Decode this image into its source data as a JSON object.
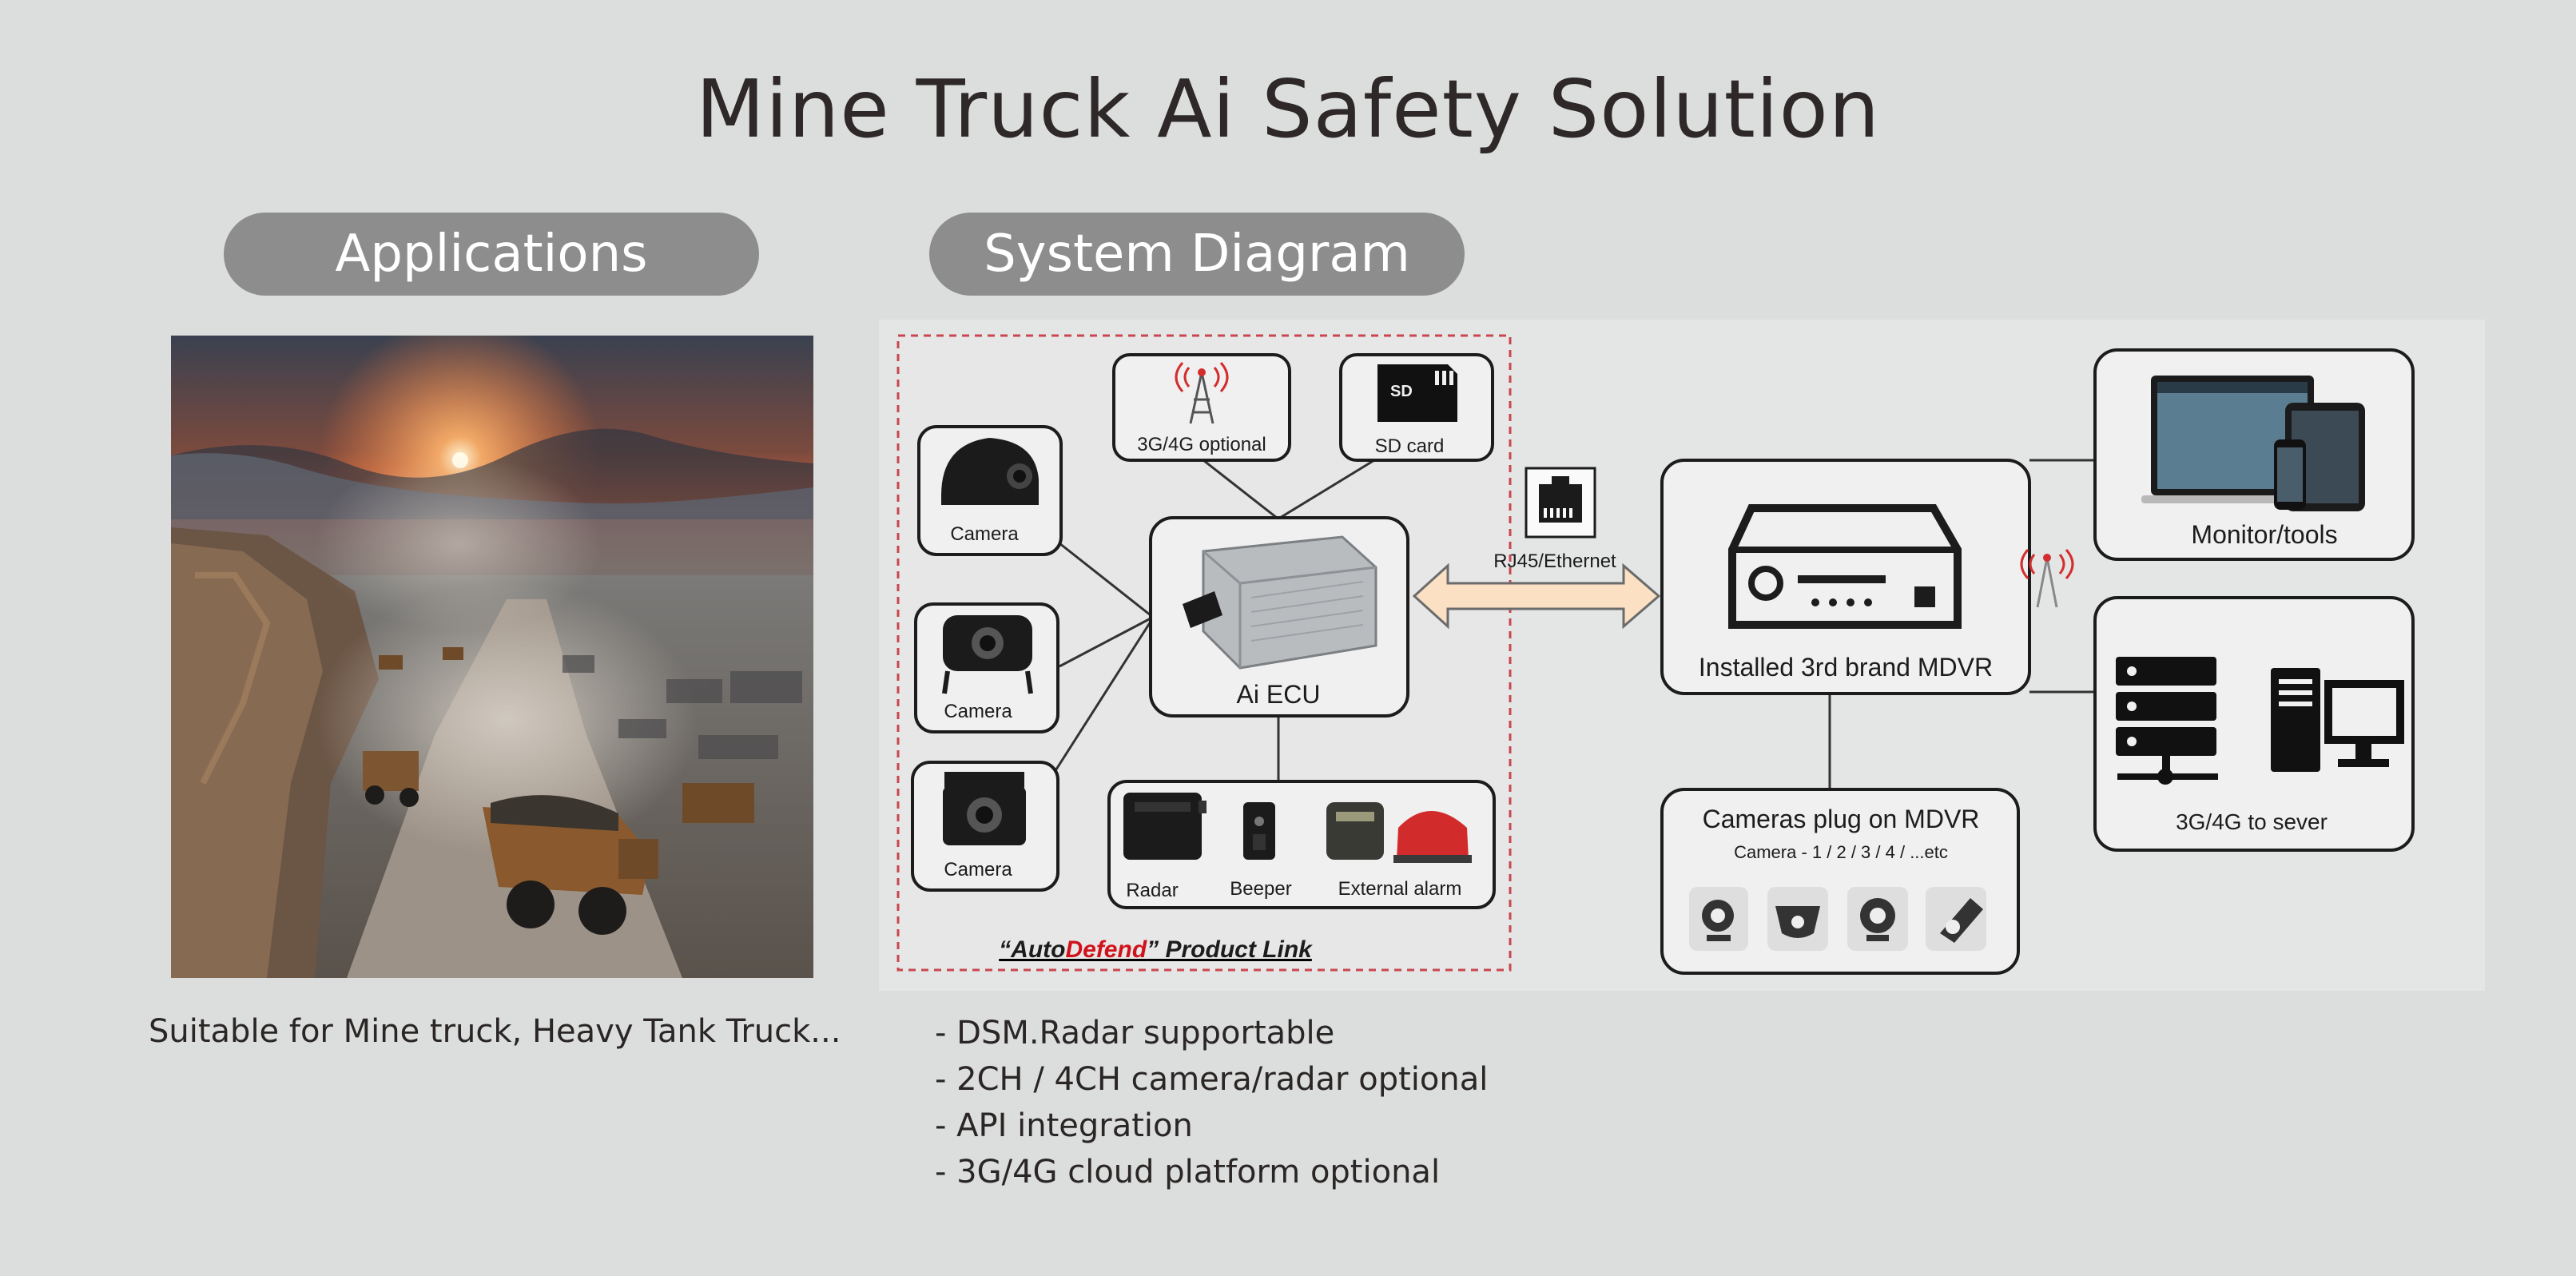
{
  "title": "Mine Truck Ai Safety Solution",
  "sections": {
    "applications": "Applications",
    "system_diagram": "System Diagram"
  },
  "applications_caption": "Suitable for Mine truck, Heavy Tank Truck...",
  "features": [
    "- DSM.Radar supportable",
    "- 2CH / 4CH camera/radar optional",
    "- API integration",
    "- 3G/4G cloud platform optional"
  ],
  "diagram": {
    "comm_module": "3G/4G optional",
    "storage": "SD card",
    "sd_card_mark": "SD",
    "cameras": [
      "Camera",
      "Camera",
      "Camera"
    ],
    "ecu": "Ai ECU",
    "sensors": [
      "Radar",
      "Beeper",
      "External alarm"
    ],
    "product_link_prefix": "“Auto",
    "product_link_brand": "Defend",
    "product_link_suffix": "” Product Link",
    "interface": "RJ45/Ethernet",
    "mdvr": "Installed  3rd brand MDVR",
    "mdvr_cameras_title": "Cameras plug on MDVR",
    "mdvr_cameras_sub": "Camera - 1 / 2 / 3 / 4 / ...etc",
    "monitor": "Monitor/tools",
    "server": "3G/4G to sever"
  },
  "colors": {
    "background": "#dcdedd",
    "pill": "#8d8d8d",
    "arrow_fill": "#fbe0c4",
    "brand_red": "#d0121b",
    "dashed_border": "#c9474f",
    "signal_red": "#d42d2d"
  },
  "icons": [
    "cell-tower-icon",
    "sd-card-icon",
    "camera-icon",
    "ethernet-port-icon",
    "radar-icon",
    "beeper-icon",
    "alarm-icon",
    "dvr-icon",
    "server-icon",
    "desktop-icon",
    "tablet-icon",
    "phone-icon",
    "laptop-icon"
  ]
}
